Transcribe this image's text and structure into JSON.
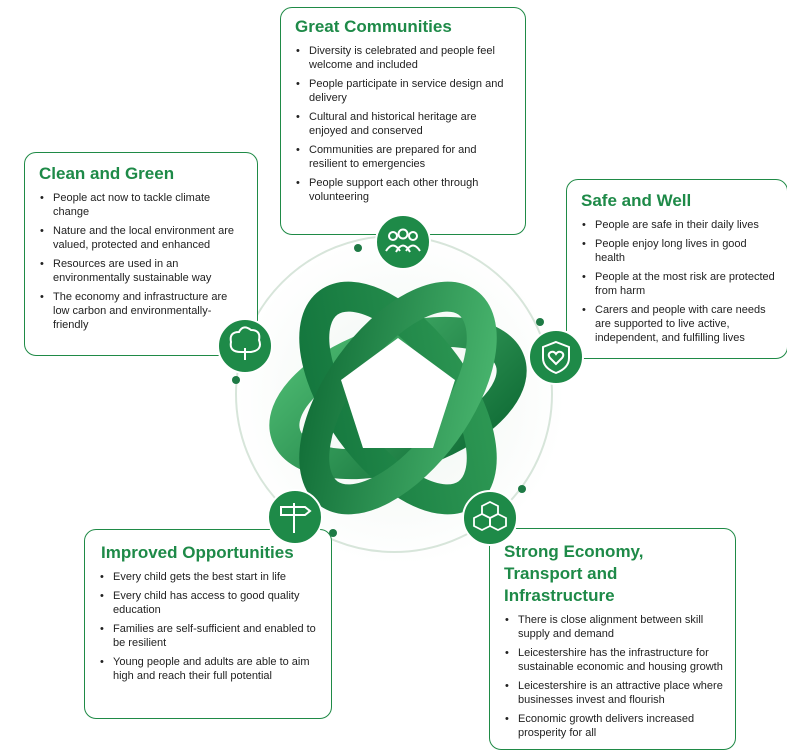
{
  "colors": {
    "primary_green": "#1e8a48",
    "dark_green": "#0f6b35",
    "light_green": "#3fae62",
    "ring_grey": "#d9e6dc"
  },
  "great_communities": {
    "title": "Great Communities",
    "icon": "people-group-icon",
    "items": [
      "Diversity is celebrated and people feel welcome and included",
      "People participate in service design and delivery",
      "Cultural and historical heritage are enjoyed and conserved",
      "Communities are prepared for and resilient to emergencies",
      "People support each other through volunteering"
    ]
  },
  "clean_and_green": {
    "title": "Clean and Green",
    "icon": "tree-icon",
    "items": [
      "People act now to tackle climate change",
      "Nature and the local environment are valued, protected and enhanced",
      "Resources are used in an environmentally sustainable way",
      "The economy and infrastructure are low carbon and environmentally- friendly"
    ]
  },
  "safe_and_well": {
    "title": "Safe and Well",
    "icon": "shield-heart-icon",
    "items": [
      "People are safe in their daily lives",
      "People enjoy long lives in good health",
      "People at the most risk are protected from harm",
      "Carers and people with care needs are supported to live active, independent, and fulfilling lives"
    ]
  },
  "improved_opportunities": {
    "title": "Improved Opportunities",
    "icon": "signpost-icon",
    "items": [
      "Every child gets the best start in life",
      "Every child has access to good quality education",
      "Families are self-sufficient and enabled to be resilient",
      "Young people and adults are able to aim high and reach their full potential"
    ]
  },
  "strong_economy": {
    "title": "Strong Economy, Transport and Infrastructure",
    "icon": "cubes-icon",
    "items": [
      "There is close alignment between skill supply and demand",
      "Leicestershire has the infrastructure for sustainable economic and housing growth",
      "Leicestershire is an attractive place where businesses invest and flourish",
      "Economic growth delivers increased prosperity for all"
    ]
  }
}
